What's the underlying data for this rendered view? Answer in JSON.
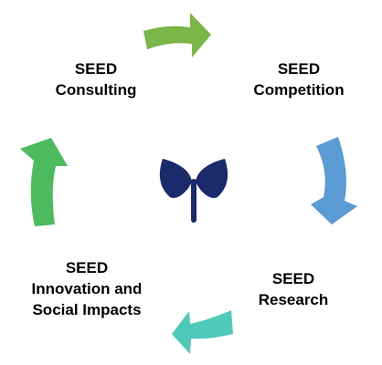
{
  "cycle": {
    "nodes": [
      {
        "id": "consulting",
        "lines": [
          "SEED",
          "Consulting"
        ]
      },
      {
        "id": "competition",
        "lines": [
          "SEED",
          "Competition"
        ]
      },
      {
        "id": "research",
        "lines": [
          "SEED",
          "Research"
        ]
      },
      {
        "id": "innovation",
        "lines": [
          "SEED",
          "Innovation and",
          "Social Impacts"
        ]
      }
    ],
    "center_icon": "seedling-icon",
    "colors": {
      "arrow_top": "#7AB648",
      "arrow_right": "#5B9BD5",
      "arrow_bottom": "#4FC9B8",
      "arrow_left": "#4CBB5E",
      "seedling": "#1B2A6B",
      "text": "#000000"
    }
  }
}
